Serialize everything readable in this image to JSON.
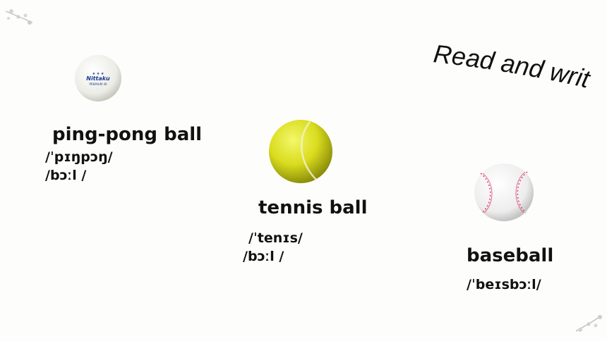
{
  "title": "Read and write",
  "items": [
    {
      "word": "ping-pong ball",
      "ipa": [
        "/ˈpɪŋpɔŋ/",
        "/bɔːl /"
      ],
      "image": "ping-pong-ball-icon",
      "brand": "Nittaku"
    },
    {
      "word": "tennis ball",
      "ipa": [
        "/ˈtenɪs/",
        "/bɔːl /"
      ],
      "image": "tennis-ball-icon"
    },
    {
      "word": "baseball",
      "ipa": [
        "/ˈbeɪsbɔːl/"
      ],
      "image": "baseball-icon"
    }
  ],
  "colors": {
    "tennis": "#e3e51e",
    "stitch": "#e0457a",
    "text": "#111111"
  }
}
